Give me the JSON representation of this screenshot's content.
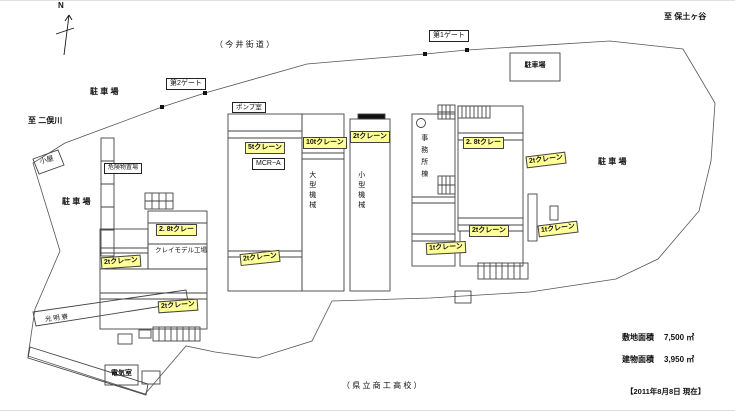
{
  "compass": {
    "label": "N"
  },
  "destinations": {
    "hodogaya": "至 保土ヶ谷",
    "futamatagawa": "至 二俣川"
  },
  "road": {
    "label": "（ 今 井 街 道 ）"
  },
  "gates": {
    "gate1": "第1ゲート",
    "gate2": "第2ゲート"
  },
  "parking": {
    "top_left": "駐 車 場",
    "left": "駐 車 場",
    "right": "駐 車 場",
    "top_right_box": "駐車場"
  },
  "buildings": {
    "hut": "小屋",
    "hazmat_storage": "危険物置場",
    "pump_room": "ポンプ室",
    "mcr_a": "MCR−A",
    "clay_model_factory": "クレイモデル工場",
    "large_machinery": "大型機械",
    "small_machinery": "小型機械",
    "office_building": "事務所棟",
    "electric_room": "電気室",
    "dormitory": "光 明 寮"
  },
  "cranes": [
    "2. 8tクレー",
    "2tクレーン",
    "2tクレーン",
    "5tクレーン",
    "10tクレーン",
    "2tクレーン",
    "2tクレーン",
    "2. 8tクレー",
    "2tクレーン",
    "2tクレーン",
    "1tクレーン",
    "1tクレーン"
  ],
  "stats": {
    "site_area_label": "敷地面積",
    "site_area_value": "7,500 ㎡",
    "building_area_label": "建物面積",
    "building_area_value": "3,950 ㎡",
    "as_of": "【2011年8月8日 現在】"
  },
  "footer": {
    "school": "（ 県 立 商 工 高 校 ）"
  },
  "colors": {
    "highlight": "#ffff99",
    "line": "#333333"
  }
}
